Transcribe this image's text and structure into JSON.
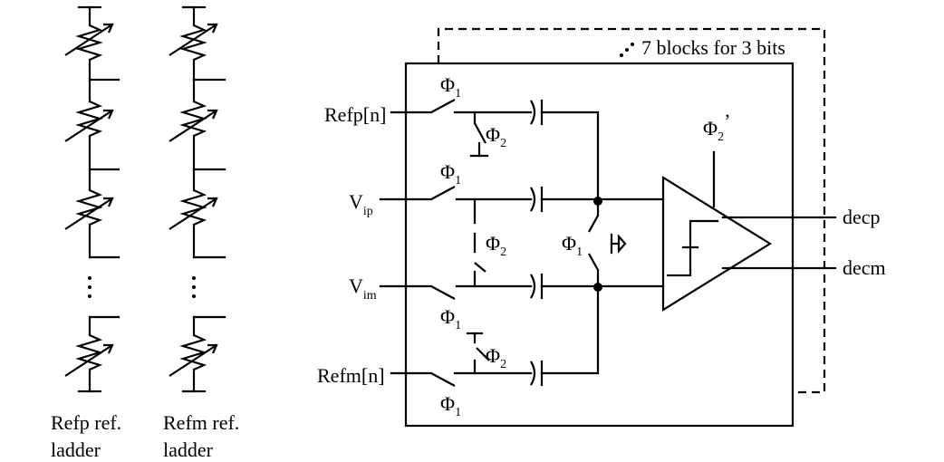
{
  "ladders": [
    {
      "label_line1": "Refp ref.",
      "label_line2": "ladder"
    },
    {
      "label_line1": "Refm ref.",
      "label_line2": "ladder"
    }
  ],
  "block_note": "7 blocks for 3 bits",
  "inputs": {
    "refp": "Refp[n]",
    "vip_main": "V",
    "vip_sub": "ip",
    "vim_main": "V",
    "vim_sub": "im",
    "refm": "Refm[n]"
  },
  "outputs": {
    "decp": "decp",
    "decm": "decm"
  },
  "phases": {
    "phi": "Φ",
    "one": "1",
    "two": "2",
    "two_prime": "2",
    "prime_mark": "’"
  }
}
